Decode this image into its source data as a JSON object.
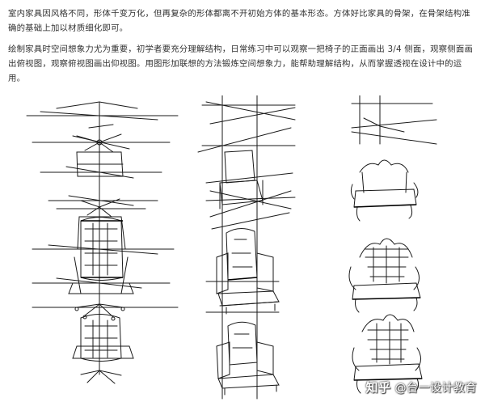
{
  "article": {
    "paragraphs": [
      "室内家具因风格不同，形体千变万化，但再复杂的形体都离不开初始方体的基本形态。方体好比家具的骨架，在骨架结构准确的基础上加以材质细化即可。",
      "绘制家具时空间想象力尤为重要，初学者要充分理解结构，日常练习中可以观察一把椅子的正面画出 3/4 侧面，观察侧面画出俯视图，观察俯视图画出仰视图。用图形加联想的方法锻炼空间想象力，能帮助理解结构，从而掌握透视在设计中的运用。"
    ]
  },
  "watermark": {
    "logo": "知乎",
    "author": "@台一设计教育"
  },
  "colors": {
    "text": "#333333",
    "ink": "#1a1a1a",
    "background": "#ffffff"
  }
}
